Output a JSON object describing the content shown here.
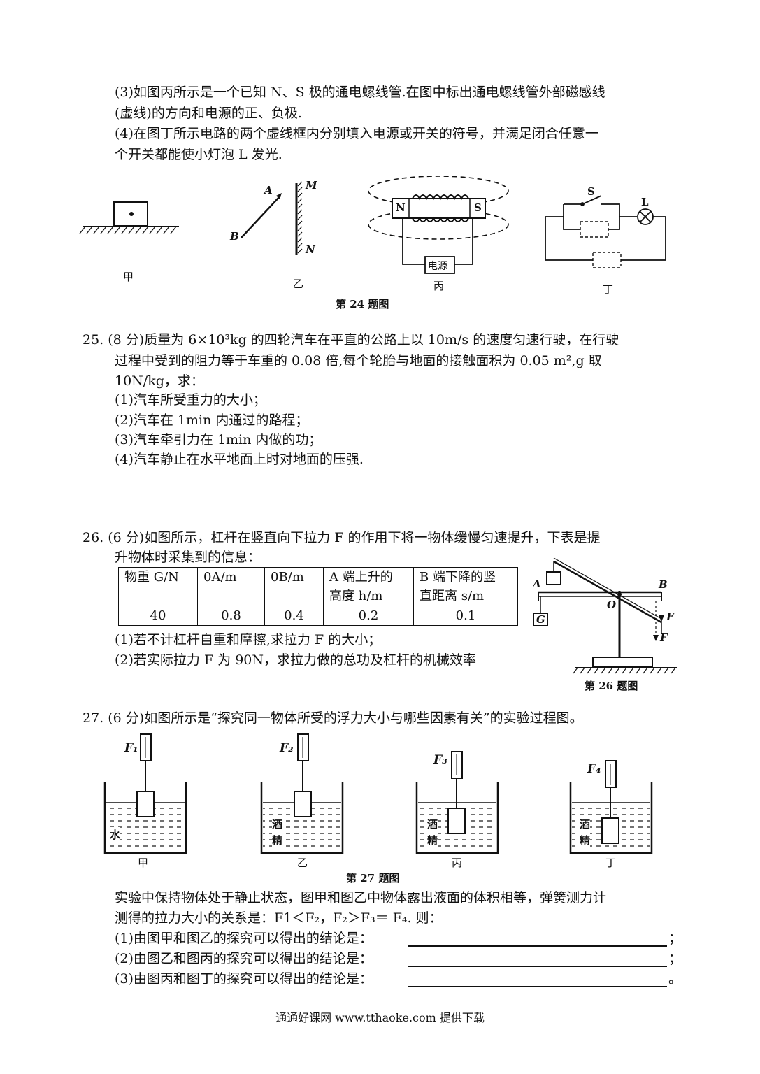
{
  "q24": {
    "part3_line1": "(3)如图丙所示是一个已知 N、S 极的通电螺线管.在图中标出通电螺线管外部磁感线",
    "part3_line2": "(虚线)的方向和电源的正、负极.",
    "part4_line1": "(4)在图丁所示电路的两个虚线框内分别填入电源或开关的符号，并满足闭合任意一",
    "part4_line2": "个开关都能使小灯泡 L 发光.",
    "fig": {
      "jia": "甲",
      "yi": "乙",
      "bing": "丙",
      "ding": "丁",
      "label_A": "A",
      "label_B": "B",
      "label_M": "M",
      "label_N_mirror": "N",
      "pole_N": "N",
      "pole_S": "S",
      "power": "电源",
      "switch_S": "S",
      "lamp_L": "L",
      "caption": "第 24 题图"
    }
  },
  "q25": {
    "line1": "25.  (8 分)质量为 6×10³kg 的四轮汽车在平直的公路上以 10m/s 的速度匀速行驶，在行驶",
    "line2": "过程中受到的阻力等于车重的  0.08  倍,每个轮胎与地面的接触面积为  0.05  m²,g  取",
    "line3": "10N/kg，求：",
    "q1": "(1)汽车所受重力的大小；",
    "q2": "(2)汽车在 1min 内通过的路程；",
    "q3": "(3)汽车牵引力在 1min 内做的功；",
    "q4": "(4)汽车静止在水平地面上时对地面的压强."
  },
  "q26": {
    "line1": "26.  (6 分)如图所示，杠杆在竖直向下拉力 F 的作用下将一物体缓慢匀速提升，下表是提",
    "line2": "升物体时采集到的信息：",
    "table": {
      "headers": [
        [
          "物重 G/N"
        ],
        [
          "0A/m"
        ],
        [
          "0B/m"
        ],
        [
          "A 端上升的",
          "高度 h/m"
        ],
        [
          "B 端下降的竖",
          "直距离 s/m"
        ]
      ],
      "row": [
        "40",
        "0.8",
        "0.4",
        "0.2",
        "0.1"
      ]
    },
    "q1": "(1)若不计杠杆自重和摩擦,求拉力 F 的大小；",
    "q2": "(2)若实际拉力 F 为 90N，求拉力做的总功及杠杆的机械效率",
    "fig": {
      "A": "A",
      "B": "B",
      "O": "O",
      "G": "G",
      "F1": "F",
      "F2": "F",
      "caption": "第 26 题图"
    }
  },
  "q27": {
    "line1": "27.  (6 分)如图所示是“探究同一物体所受的浮力大小与哪些因素有关”的实验过程图。",
    "fig": {
      "F1": "F₁",
      "F2": "F₂",
      "F3": "F₃",
      "F4": "F₄",
      "water": "水",
      "alcohol_1": "酒",
      "alcohol_2": "精",
      "jia": "甲",
      "yi": "乙",
      "bing": "丙",
      "ding": "丁",
      "caption": "第 27 题图"
    },
    "desc1": "实验中保持物体处于静止状态，图甲和图乙中物体露出液面的体积相等，弹簧测力计",
    "desc2": "测得的拉力大小的关系是：F1＜F₂，F₂＞F₃＝ F₄. 则：",
    "c1": "(1)由图甲和图乙的探究可以得出的结论是：",
    "c2": "(2)由图乙和图丙的探究可以得出的结论是：",
    "c3": "(3)由图丙和图丁的探究可以得出的结论是：",
    "end1": "；",
    "end2": "；",
    "end3": "。"
  },
  "footer": "通通好课网  www.tthaoke.com  提供下载"
}
